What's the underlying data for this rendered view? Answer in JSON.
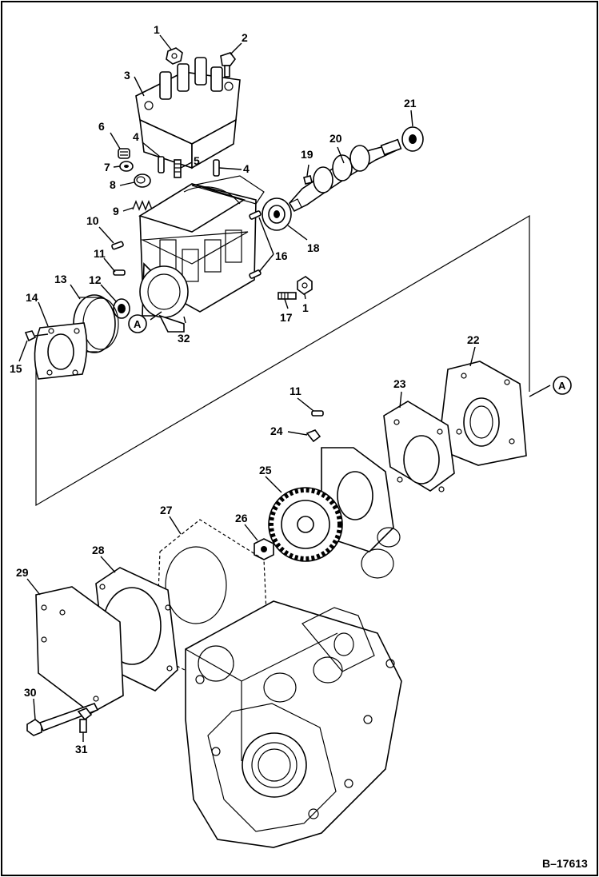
{
  "figure_code": "B–17613",
  "ref_markers": [
    "A",
    "A"
  ],
  "callouts": [
    {
      "id": "c1a",
      "text": "1"
    },
    {
      "id": "c2",
      "text": "2"
    },
    {
      "id": "c3",
      "text": "3"
    },
    {
      "id": "c4a",
      "text": "4"
    },
    {
      "id": "c4b",
      "text": "4"
    },
    {
      "id": "c5",
      "text": "5"
    },
    {
      "id": "c6",
      "text": "6"
    },
    {
      "id": "c7",
      "text": "7"
    },
    {
      "id": "c8",
      "text": "8"
    },
    {
      "id": "c9",
      "text": "9"
    },
    {
      "id": "c10",
      "text": "10"
    },
    {
      "id": "c11a",
      "text": "11"
    },
    {
      "id": "c12",
      "text": "12"
    },
    {
      "id": "c13",
      "text": "13"
    },
    {
      "id": "c14",
      "text": "14"
    },
    {
      "id": "c15",
      "text": "15"
    },
    {
      "id": "c16",
      "text": "16"
    },
    {
      "id": "c17",
      "text": "17"
    },
    {
      "id": "c1b",
      "text": "1"
    },
    {
      "id": "c18",
      "text": "18"
    },
    {
      "id": "c19",
      "text": "19"
    },
    {
      "id": "c20",
      "text": "20"
    },
    {
      "id": "c21",
      "text": "21"
    },
    {
      "id": "c32",
      "text": "32"
    },
    {
      "id": "c22",
      "text": "22"
    },
    {
      "id": "c23",
      "text": "23"
    },
    {
      "id": "c11b",
      "text": "11"
    },
    {
      "id": "c24",
      "text": "24"
    },
    {
      "id": "c25",
      "text": "25"
    },
    {
      "id": "c26",
      "text": "26"
    },
    {
      "id": "c27",
      "text": "27"
    },
    {
      "id": "c28",
      "text": "28"
    },
    {
      "id": "c29",
      "text": "29"
    },
    {
      "id": "c30",
      "text": "30"
    },
    {
      "id": "c31",
      "text": "31"
    }
  ]
}
